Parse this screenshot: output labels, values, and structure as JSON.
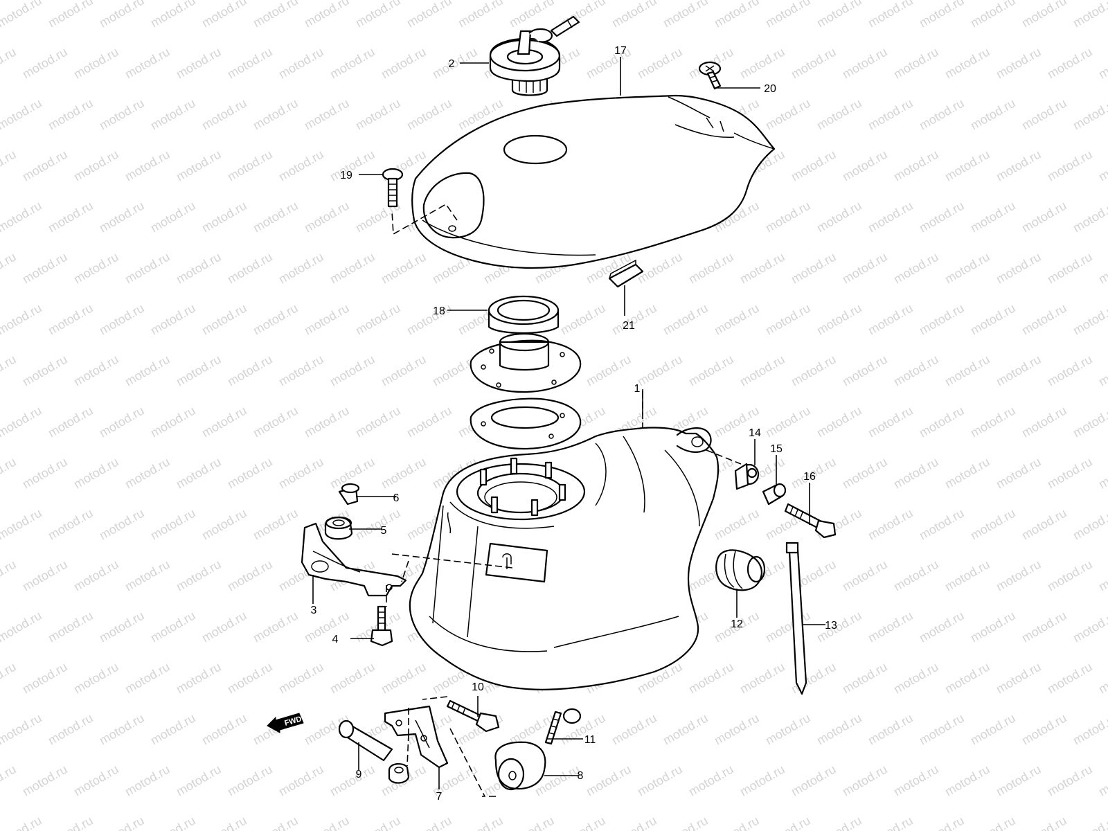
{
  "watermark": {
    "text": "motod.ru"
  },
  "direction_marker": {
    "label": "FWD"
  },
  "callouts": [
    {
      "id": "c1",
      "number": "1"
    },
    {
      "id": "c2",
      "number": "2"
    },
    {
      "id": "c3",
      "number": "3"
    },
    {
      "id": "c4",
      "number": "4"
    },
    {
      "id": "c5",
      "number": "5"
    },
    {
      "id": "c6",
      "number": "6"
    },
    {
      "id": "c7",
      "number": "7"
    },
    {
      "id": "c8",
      "number": "8"
    },
    {
      "id": "c9",
      "number": "9"
    },
    {
      "id": "c10",
      "number": "10"
    },
    {
      "id": "c11",
      "number": "11"
    },
    {
      "id": "c12",
      "number": "12"
    },
    {
      "id": "c13",
      "number": "13"
    },
    {
      "id": "c14",
      "number": "14"
    },
    {
      "id": "c15",
      "number": "15"
    },
    {
      "id": "c16",
      "number": "16"
    },
    {
      "id": "c17",
      "number": "17"
    },
    {
      "id": "c18",
      "number": "18"
    },
    {
      "id": "c19",
      "number": "19"
    },
    {
      "id": "c20",
      "number": "20"
    },
    {
      "id": "c21",
      "number": "21"
    }
  ],
  "colors": {
    "line": "#000000",
    "background": "#ffffff",
    "watermark": "#d4d4d4"
  }
}
